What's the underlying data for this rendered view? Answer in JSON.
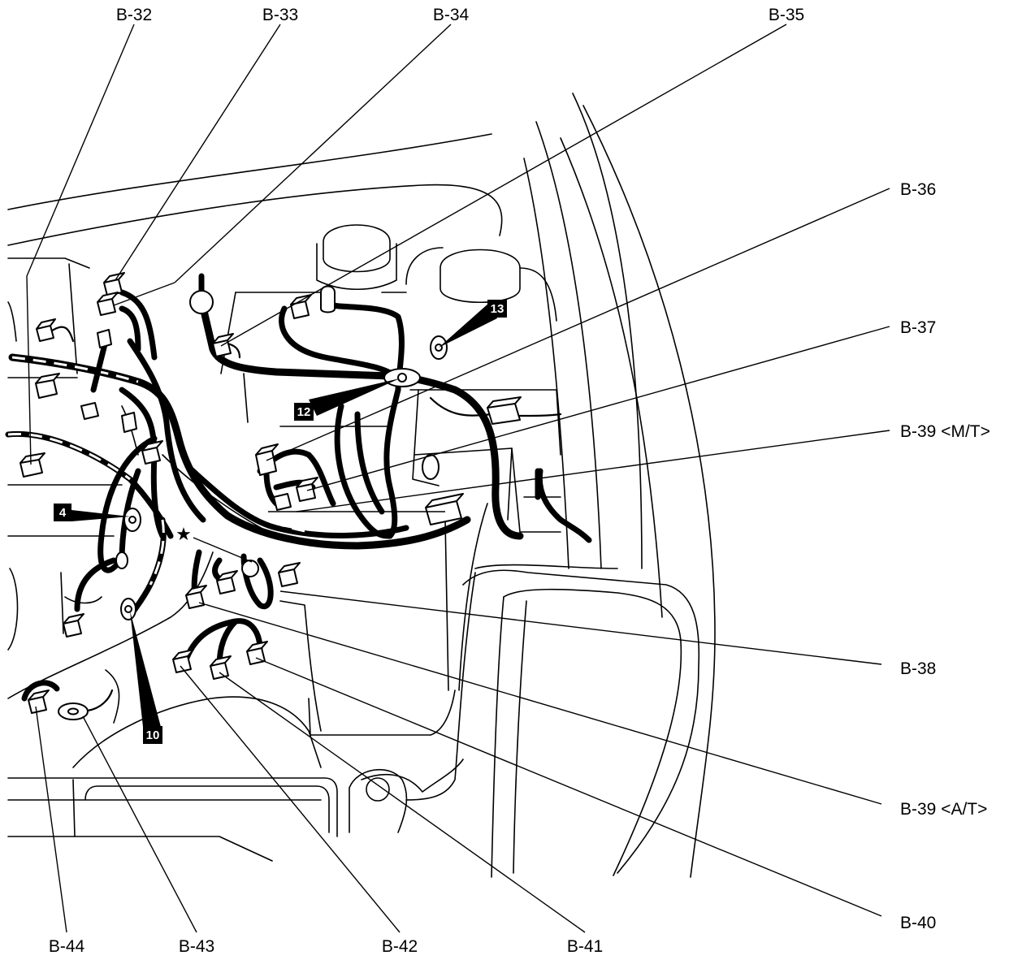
{
  "labels": {
    "b32": "B-32",
    "b33": "B-33",
    "b34": "B-34",
    "b35": "B-35",
    "b36": "B-36",
    "b37": "B-37",
    "b39_mt": "B-39 <M/T>",
    "b38": "B-38",
    "b39_at": "B-39 <A/T>",
    "b40": "B-40",
    "b41": "B-41",
    "b42": "B-42",
    "b43": "B-43",
    "b44": "B-44"
  },
  "badges": {
    "n4": "4",
    "n10": "10",
    "n12": "12",
    "n13": "13"
  },
  "marks": {
    "star": "★"
  }
}
